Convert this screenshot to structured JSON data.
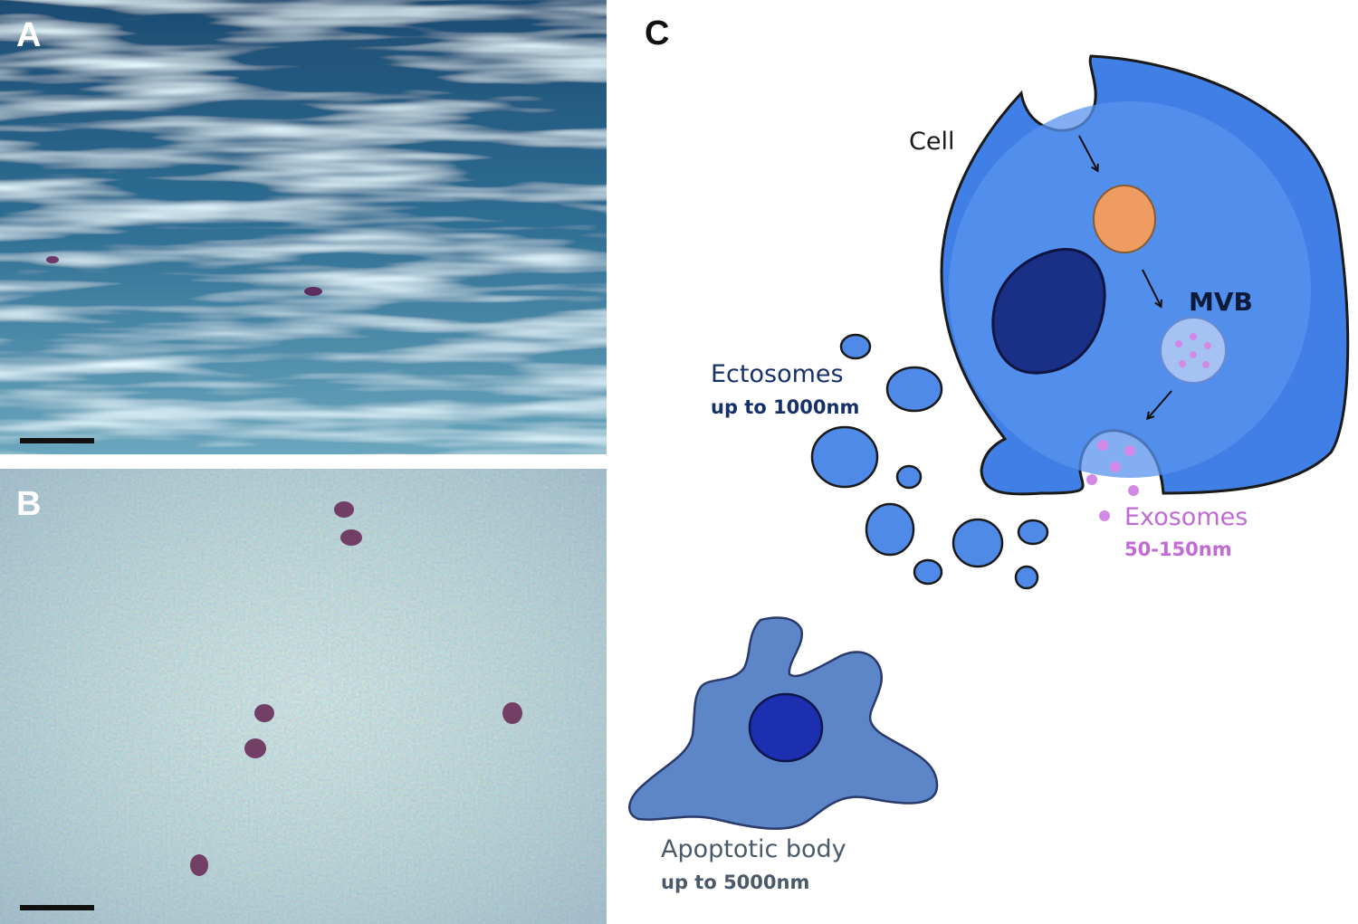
{
  "panels": {
    "a": {
      "letter": "A"
    },
    "b": {
      "letter": "B"
    },
    "c": {
      "letter": "C"
    }
  },
  "diagram": {
    "cell": "Cell",
    "mvb": "MVB",
    "ectosomes": {
      "name": "Ectosomes",
      "size": "up to 1000nm"
    },
    "exosomes": {
      "name": "Exosomes",
      "size": "50-150nm"
    },
    "apoptotic_body": {
      "name": "Apoptotic body",
      "size": "up to 5000nm"
    }
  },
  "colors": {
    "cell_outer": "#3f7fe6",
    "cell_inner": "#5a94ee",
    "nucleus": "#1a2f86",
    "endosome": "#ee9c62",
    "mvb": "#a6c2f2",
    "exosome": "#d28ae6",
    "ectosome": "#4f8ae8",
    "apoptotic_body": "#5d86c9",
    "apoptotic_nucleus": "#1b2fb0",
    "label_ectosomes": "#16306a",
    "label_exosomes": "#c06ad6",
    "label_apoptotic": "#4a5a6a"
  }
}
